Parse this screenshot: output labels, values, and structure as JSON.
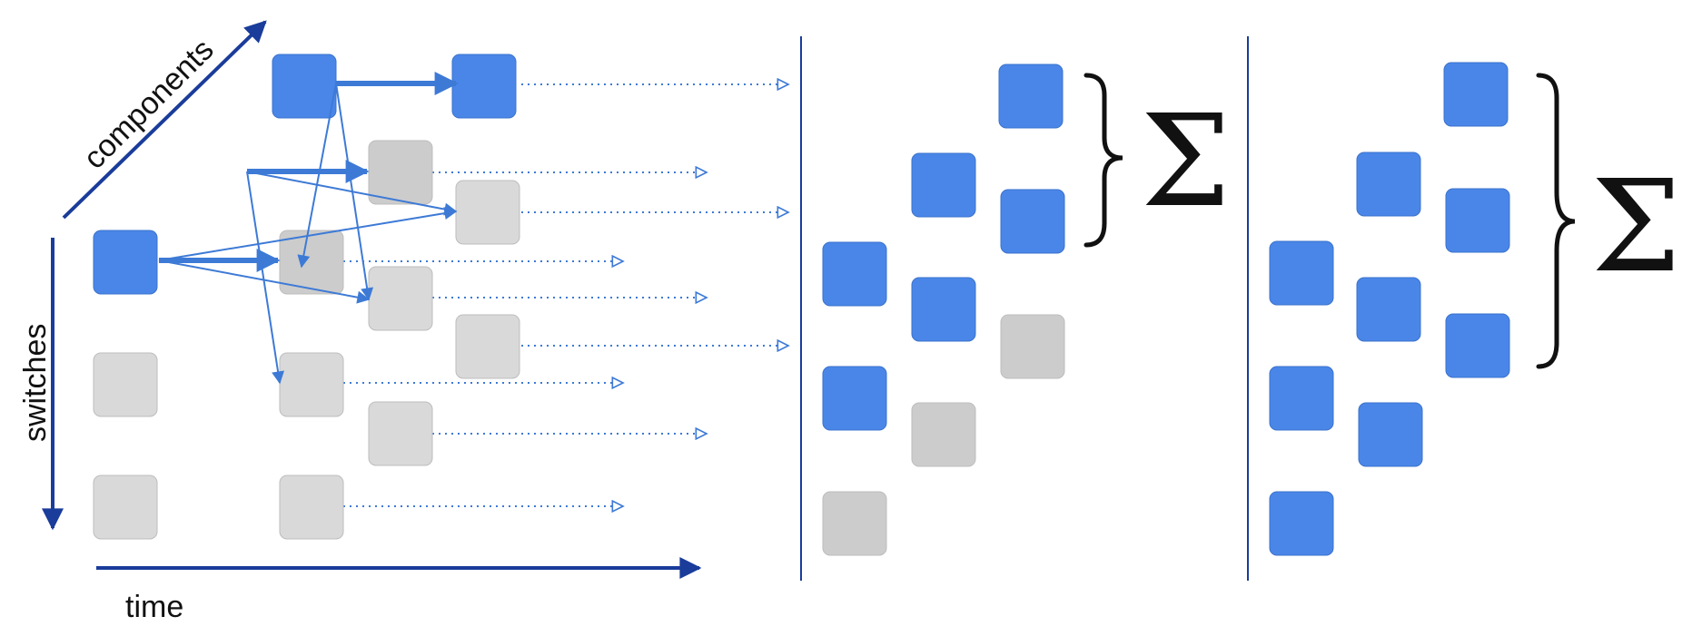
{
  "labels": {
    "components": "components",
    "switches": "switches",
    "time": "time",
    "sum_symbol": "Σ"
  },
  "colors": {
    "active": "#4a86e8",
    "inactive": "#cccccc",
    "inactive_light": "#d9d9d9",
    "axis": "#1a3c9a",
    "arrow": "#3d7ad6",
    "divider": "#1a3c9a",
    "brace": "#111111"
  },
  "icons": [
    "arrow-head-icon",
    "open-triangle-arrow-icon",
    "curly-brace-icon"
  ],
  "left_panel": {
    "squares": [
      {
        "id": "t0-s0",
        "state": "active"
      },
      {
        "id": "t0-s1",
        "state": "inactive_light"
      },
      {
        "id": "t0-s2",
        "state": "inactive_light"
      },
      {
        "id": "t1-s0",
        "state": "active"
      },
      {
        "id": "t1-s1",
        "state": "inactive"
      },
      {
        "id": "t1-s2",
        "state": "inactive_light"
      },
      {
        "id": "t1-s3",
        "state": "inactive_light"
      },
      {
        "id": "t1-s4",
        "state": "inactive_light"
      },
      {
        "id": "t2-s0",
        "state": "active"
      },
      {
        "id": "t2-s1",
        "state": "inactive"
      },
      {
        "id": "t2-s2",
        "state": "inactive_light"
      },
      {
        "id": "t2-s3",
        "state": "inactive_light"
      },
      {
        "id": "t2-s4",
        "state": "inactive_light"
      }
    ]
  },
  "middle_panel": {
    "states": [
      "active",
      "active",
      "active",
      "inactive",
      "active",
      "active",
      "inactive",
      "active",
      "active",
      "inactive"
    ]
  },
  "right_panel": {
    "states": [
      "active",
      "active",
      "active",
      "active",
      "active",
      "active",
      "active",
      "active",
      "active",
      "active"
    ]
  }
}
